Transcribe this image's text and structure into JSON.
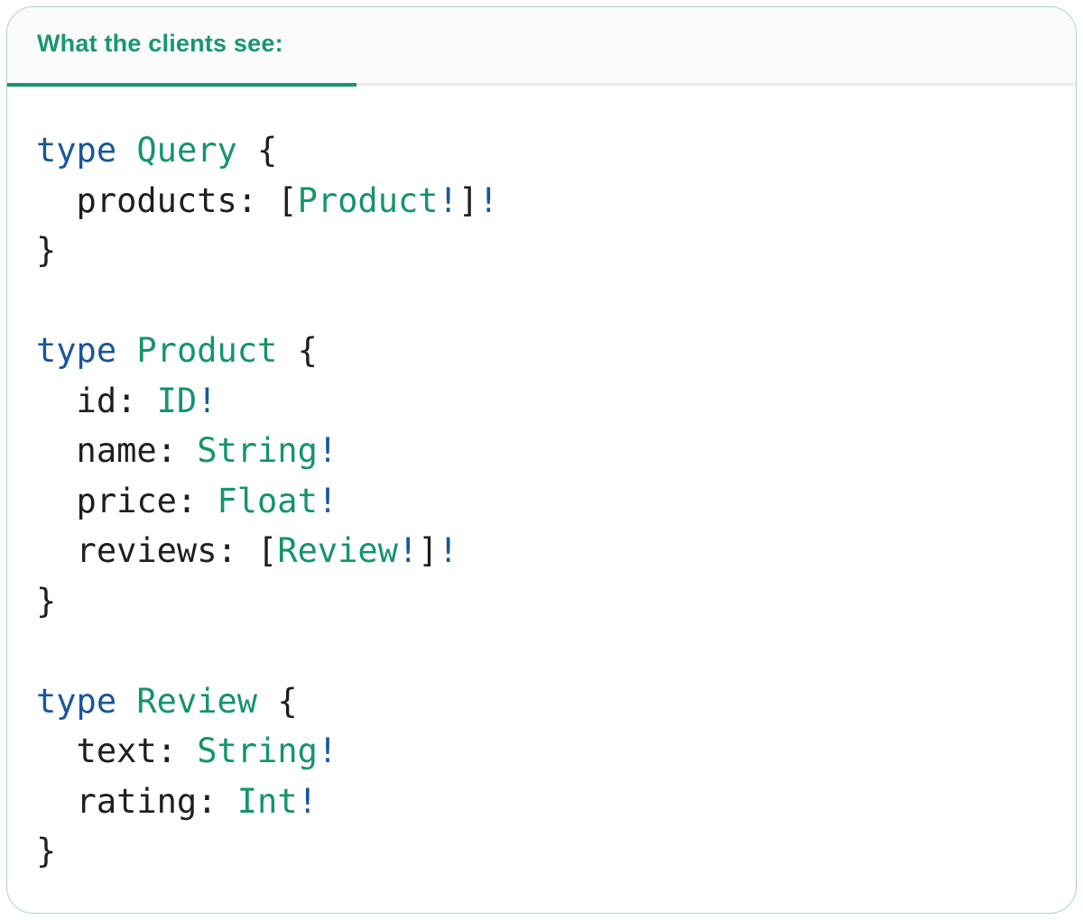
{
  "header": {
    "tab_label": "What the clients see:"
  },
  "colors": {
    "accent_teal": "#189771",
    "keyword_blue": "#17579a",
    "type_teal": "#14946e",
    "code_plain": "#1c1e21",
    "divider_gray": "#e8e8e8",
    "header_bg": "#fbfbfb",
    "card_border": "#abd6bb",
    "card_bg": "#ffffff"
  },
  "code": {
    "language": "graphql",
    "lines": [
      [
        {
          "t": "type",
          "c": "kw"
        },
        {
          "t": " ",
          "c": "p"
        },
        {
          "t": "Query",
          "c": "ty"
        },
        {
          "t": " {",
          "c": "p"
        }
      ],
      [
        {
          "t": "  products: [",
          "c": "p"
        },
        {
          "t": "Product",
          "c": "ty"
        },
        {
          "t": "!",
          "c": "kw"
        },
        {
          "t": "]",
          "c": "p"
        },
        {
          "t": "!",
          "c": "kw"
        }
      ],
      [
        {
          "t": "}",
          "c": "p"
        }
      ],
      [],
      [
        {
          "t": "type",
          "c": "kw"
        },
        {
          "t": " ",
          "c": "p"
        },
        {
          "t": "Product",
          "c": "ty"
        },
        {
          "t": " {",
          "c": "p"
        }
      ],
      [
        {
          "t": "  id: ",
          "c": "p"
        },
        {
          "t": "ID",
          "c": "ty"
        },
        {
          "t": "!",
          "c": "kw"
        }
      ],
      [
        {
          "t": "  name: ",
          "c": "p"
        },
        {
          "t": "String",
          "c": "ty"
        },
        {
          "t": "!",
          "c": "kw"
        }
      ],
      [
        {
          "t": "  price: ",
          "c": "p"
        },
        {
          "t": "Float",
          "c": "ty"
        },
        {
          "t": "!",
          "c": "kw"
        }
      ],
      [
        {
          "t": "  reviews: [",
          "c": "p"
        },
        {
          "t": "Review",
          "c": "ty"
        },
        {
          "t": "!",
          "c": "kw"
        },
        {
          "t": "]",
          "c": "p"
        },
        {
          "t": "!",
          "c": "kw"
        }
      ],
      [
        {
          "t": "}",
          "c": "p"
        }
      ],
      [],
      [
        {
          "t": "type",
          "c": "kw"
        },
        {
          "t": " ",
          "c": "p"
        },
        {
          "t": "Review",
          "c": "ty"
        },
        {
          "t": " {",
          "c": "p"
        }
      ],
      [
        {
          "t": "  text: ",
          "c": "p"
        },
        {
          "t": "String",
          "c": "ty"
        },
        {
          "t": "!",
          "c": "kw"
        }
      ],
      [
        {
          "t": "  rating: ",
          "c": "p"
        },
        {
          "t": "Int",
          "c": "ty"
        },
        {
          "t": "!",
          "c": "kw"
        }
      ],
      [
        {
          "t": "}",
          "c": "p"
        }
      ]
    ]
  }
}
